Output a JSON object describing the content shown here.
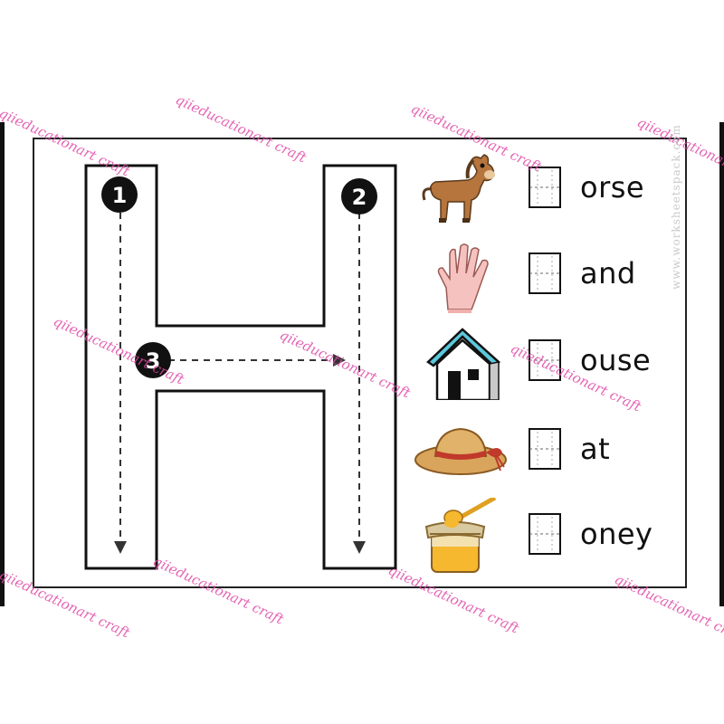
{
  "letter": {
    "steps": [
      "1",
      "2",
      "3"
    ]
  },
  "words": [
    {
      "picture": "horse-icon",
      "ending": "orse"
    },
    {
      "picture": "hand-icon",
      "ending": "and"
    },
    {
      "picture": "house-icon",
      "ending": "ouse"
    },
    {
      "picture": "hat-icon",
      "ending": "at"
    },
    {
      "picture": "honey-jar-icon",
      "ending": "oney"
    }
  ],
  "watermark": {
    "text": "qiieducationart craft",
    "side_text": "www.worksheetspack.com",
    "color": "#e04aa8"
  },
  "colors": {
    "outline": "#111111",
    "house_roof": "#5bc8dc",
    "hat": "#d9a55c",
    "hat_band": "#c0392b",
    "honey": "#f5b82e"
  }
}
